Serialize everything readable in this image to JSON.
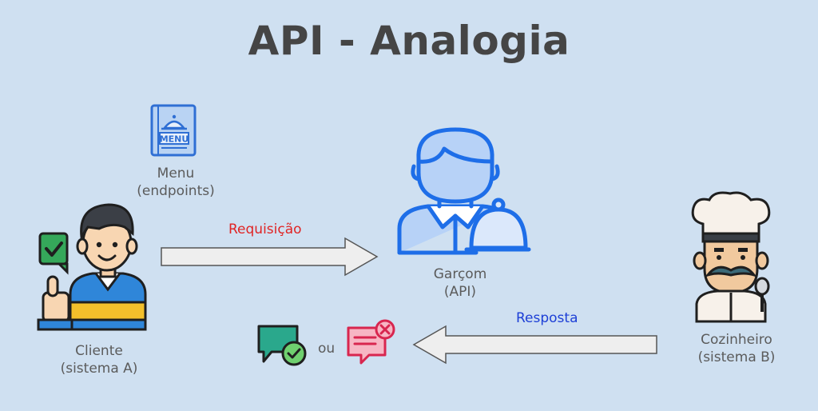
{
  "title": "API - Analogia",
  "menu": {
    "icon_text": "MENU",
    "line1": "Menu",
    "line2": "(endpoints)"
  },
  "client": {
    "line1": "Cliente",
    "line2": "(sistema A)"
  },
  "waiter": {
    "line1": "Garçom",
    "line2": "(API)"
  },
  "cook": {
    "line1": "Cozinheiro",
    "line2": "(sistema B)"
  },
  "request": {
    "label": "Requisição",
    "color": "#e02424"
  },
  "response": {
    "label": "Resposta",
    "color": "#1d3fd6",
    "separator": "ou"
  },
  "colors": {
    "background": "#cfe0f1",
    "title": "#454545",
    "waiter_blue": "#1e6ee8",
    "arrow_fill": "#eeeeee"
  }
}
